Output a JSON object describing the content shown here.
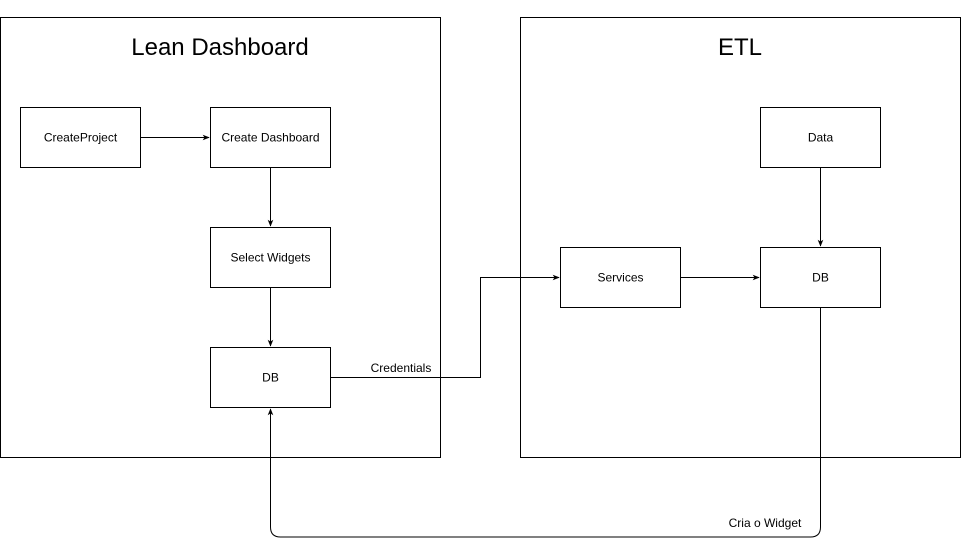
{
  "containers": {
    "lean_dashboard": {
      "title": "Lean Dashboard"
    },
    "etl": {
      "title": "ETL"
    }
  },
  "nodes": {
    "create_project": "CreateProject",
    "create_dashboard": "Create Dashboard",
    "select_widgets": "Select Widgets",
    "lean_db": "DB",
    "data": "Data",
    "services": "Services",
    "etl_db": "DB"
  },
  "edges": {
    "credentials": "Credentials",
    "cria_o_widget": "Cria o Widget"
  },
  "colors": {
    "stroke": "#000000",
    "background": "#ffffff"
  }
}
